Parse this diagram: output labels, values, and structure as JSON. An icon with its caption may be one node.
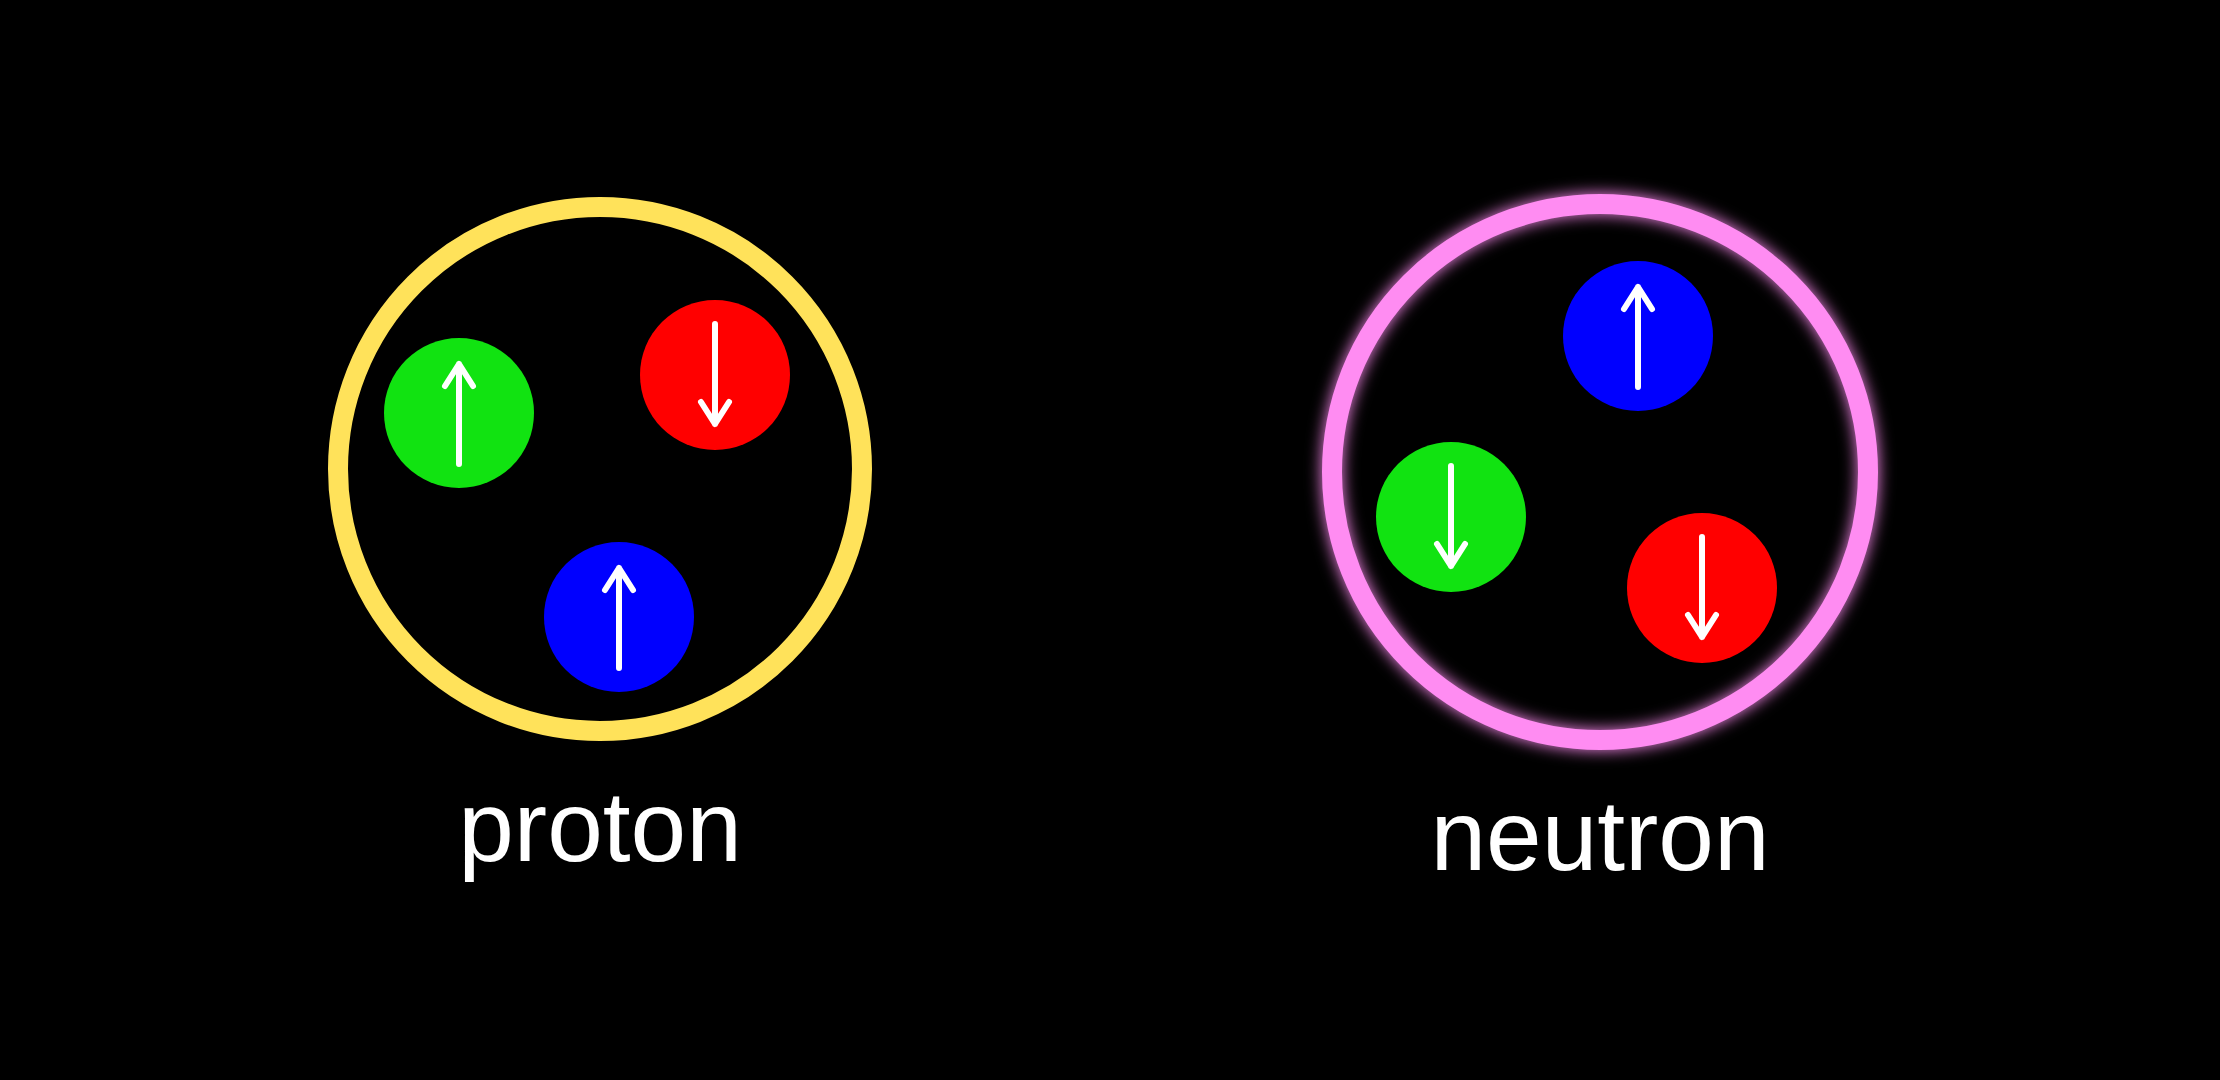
{
  "diagram": {
    "nodes": [
      {
        "text": [
          "proton"
        ]
      },
      {
        "text": [],
        "shape": "circle",
        "in": 0
      },
      {
        "text": [],
        "shape": "circle",
        "in": 0
      },
      {
        "text": [],
        "shape": "circle",
        "in": 0
      },
      {
        "text": [
          "neutron"
        ]
      },
      {
        "text": [],
        "shape": "circle",
        "in": 4
      },
      {
        "text": [],
        "shape": "circle",
        "in": 4
      },
      {
        "text": [],
        "shape": "circle",
        "in": 4
      }
    ]
  }
}
